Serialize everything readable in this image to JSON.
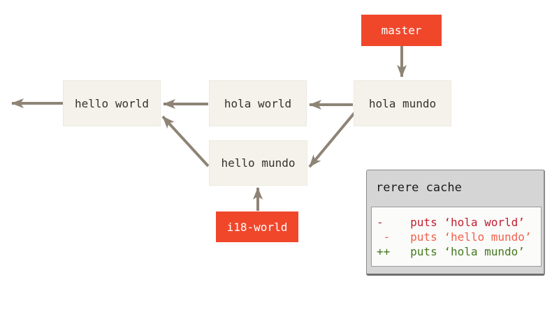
{
  "colors": {
    "branch_box": "#f0472b",
    "commit_box": "#f4f2ea",
    "arrow": "#8e8476",
    "panel_bg": "#d5d5d5",
    "diff_removed_old": "#c41f30",
    "diff_removed_new": "#f2604a",
    "diff_added": "#45791e"
  },
  "nodes": {
    "master": {
      "label": "master"
    },
    "i18_world": {
      "label": "i18-world"
    },
    "hello_world": {
      "label": "hello world"
    },
    "hola_world": {
      "label": "hola world"
    },
    "hola_mundo": {
      "label": "hola mundo"
    },
    "hello_mundo": {
      "label": "hello mundo"
    }
  },
  "rerere_panel": {
    "title": "rerere cache",
    "lines": [
      {
        "text": "-    puts ‘hola world’",
        "color": "#c41f30"
      },
      {
        "text": " -   puts ‘hello mundo’",
        "color": "#f2604a"
      },
      {
        "text": "++   puts ‘hola mundo’",
        "color": "#45791e"
      }
    ]
  }
}
